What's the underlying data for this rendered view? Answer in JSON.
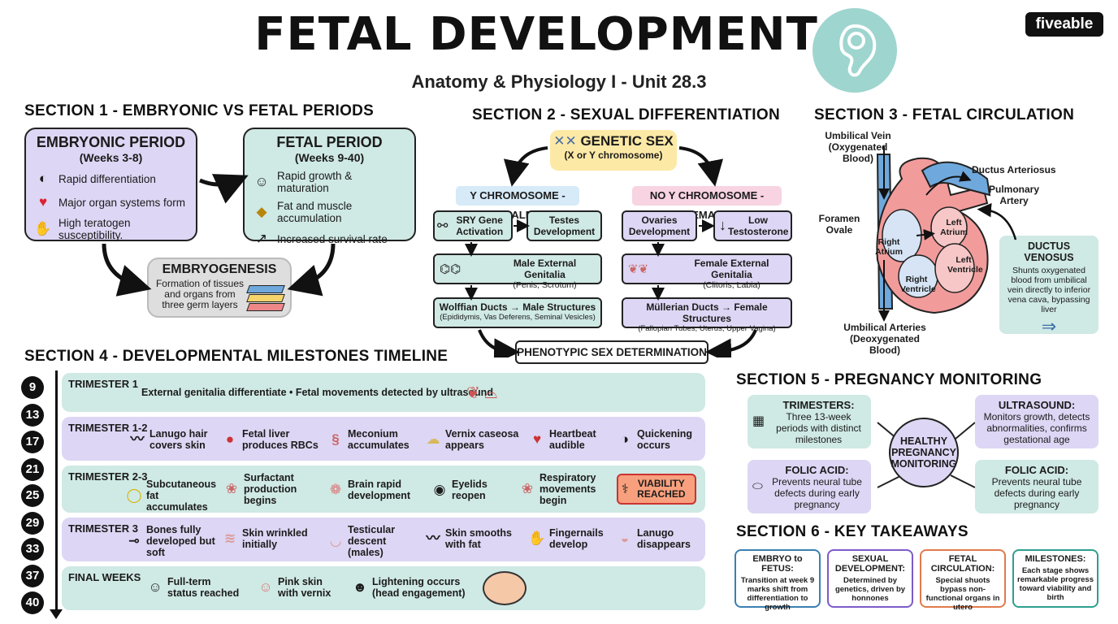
{
  "header": {
    "title": "FETAL DEVELOPMENT",
    "subtitle": "Anatomy & Physiology I - Unit 28.3",
    "brand": "fiveable",
    "colors": {
      "lavender": "#ddd6f4",
      "teal": "#cfe9e4",
      "pink": "#f8d3e1",
      "yellow": "#fde9a6"
    }
  },
  "s1": {
    "title": "SECTION 1 - EMBRYONIC VS FETAL PERIODS",
    "embryonic": {
      "head": "EMBRYONIC PERIOD",
      "sub": "(Weeks 3-8)",
      "items": [
        "Rapid differentiation",
        "Major organ systems form",
        "High teratogen susceptibility."
      ]
    },
    "fetal": {
      "head": "FETAL PERIOD",
      "sub": "(Weeks 9-40)",
      "items": [
        "Rapid growth & maturation",
        "Fat and muscle accumulation",
        "Increased survival rate"
      ]
    },
    "embryo": {
      "head": "EMBRYOGENESIS",
      "text": "Formation of tissues and organs from three germ layers"
    }
  },
  "s2": {
    "title": "SECTION 2 - SEXUAL DIFFERENTIATION",
    "genetic": {
      "head": "GENETIC SEX",
      "sub": "(X or Y chromosome)"
    },
    "male": {
      "head": "Y CHROMOSOME - MALE",
      "sry": "SRY Gene Activation",
      "testes": "Testes Development",
      "ext": "Male External Genitalia",
      "ext_sub": "(Penis, Scrotum)",
      "ducts": "Wolffian Ducts → Male Structures",
      "ducts_sub": "(Epididymis, Vas Deferens, Seminal Vesicles)"
    },
    "female": {
      "head": "NO Y CHROMOSOME - FEMALE",
      "ovaries": "Ovaries Development",
      "low": "Low Testosterone",
      "ext": "Female External Genitalia",
      "ext_sub": "(Clitoris, Labia)",
      "ducts": "Müllerian Ducts → Female Structures",
      "ducts_sub": "(Fallopian Tubes, Uterus, Upper Vagina)"
    },
    "phenotypic": "PHENOTYPIC SEX DETERMINATION"
  },
  "s3": {
    "title": "SECTION 3 - FETAL CIRCULATION",
    "vein": "Umbilical Vein",
    "vein_sub": "(Oxygenated Blood)",
    "da": "Ductus Arteriosus",
    "pa": "Pulmonary Artery",
    "fo": "Foramen Ovale",
    "la": "Left Atrium",
    "ra": "Right Atrium",
    "lv": "Left Ventricle",
    "rv": "Right Ventricle",
    "arteries": "Umbilical Arteries",
    "arteries_sub": "(Deoxygenated Blood)",
    "dv_head": "DUCTUS VENOSUS",
    "dv_text": "Shunts oxygenated blood from umbilical vein directly to inferior vena cava, bypassing liver"
  },
  "s4": {
    "title": "SECTION 4 - DEVELOPMENTAL MILESTONES TIMELINE",
    "weeks": [
      "9",
      "13",
      "17",
      "21",
      "25",
      "29",
      "33",
      "37",
      "40"
    ],
    "t1": {
      "label": "TRIMESTER 1",
      "text": "External genitalia differentiate • Fetal movements detected by ultrasound"
    },
    "t12": {
      "label": "TRIMESTER 1-2",
      "items": [
        "Lanugo hair covers skin",
        "Fetal liver produces RBCs",
        "Meconium accumulates",
        "Vernix caseosa appears",
        "Heartbeat audible",
        "Quickening occurs"
      ]
    },
    "t23": {
      "label": "TRIMESTER 2-3",
      "items": [
        "Subcutaneous fat accumulates",
        "Surfactant production begins",
        "Brain rapid development",
        "Eyelids reopen",
        "Respiratory movements begin"
      ],
      "viability": "VIABILITY REACHED"
    },
    "t3": {
      "label": "TRIMESTER 3",
      "items": [
        "Bones fully developed but soft",
        "Skin wrinkled initially",
        "Testicular descent (males)",
        "Skin smooths with fat",
        "Fingernails develop",
        "Lanugo disappears"
      ]
    },
    "final": {
      "label": "FINAL WEEKS",
      "items": [
        "Full-term status reached",
        "Pink skin with vernix",
        "Lightening occurs (head engagement)"
      ]
    }
  },
  "s5": {
    "title": "SECTION 5 - PREGNANCY MONITORING",
    "center": "HEALTHY PREGNANCY MONITORING",
    "cards": [
      {
        "head": "TRIMESTERS:",
        "text": "Three 13-week periods with distinct milestones"
      },
      {
        "head": "ULTRASOUND:",
        "text": "Monitors growth, detects abnormalities, confirms gestational age"
      },
      {
        "head": "FOLIC ACID:",
        "text": "Prevents neural tube defects during early pregnancy"
      },
      {
        "head": "FOLIC ACID:",
        "text": "Prevents neural tube defects during early pregnancy"
      }
    ]
  },
  "s6": {
    "title": "SECTION 6 - KEY TAKEAWAYS",
    "cards": [
      {
        "head": "EMBRYO to FETUS:",
        "text": "Transition at week 9 marks shift from differentiation to growth"
      },
      {
        "head": "SEXUAL DEVELOPMENT:",
        "text": "Determined by genetics, driven by honnones"
      },
      {
        "head": "FETAL CIRCULATION:",
        "text": "Special shuots bypass non-functional organs in utero"
      },
      {
        "head": "MILESTONES:",
        "text": "Each stage shows remarkable progress toward viability and birth"
      }
    ]
  }
}
